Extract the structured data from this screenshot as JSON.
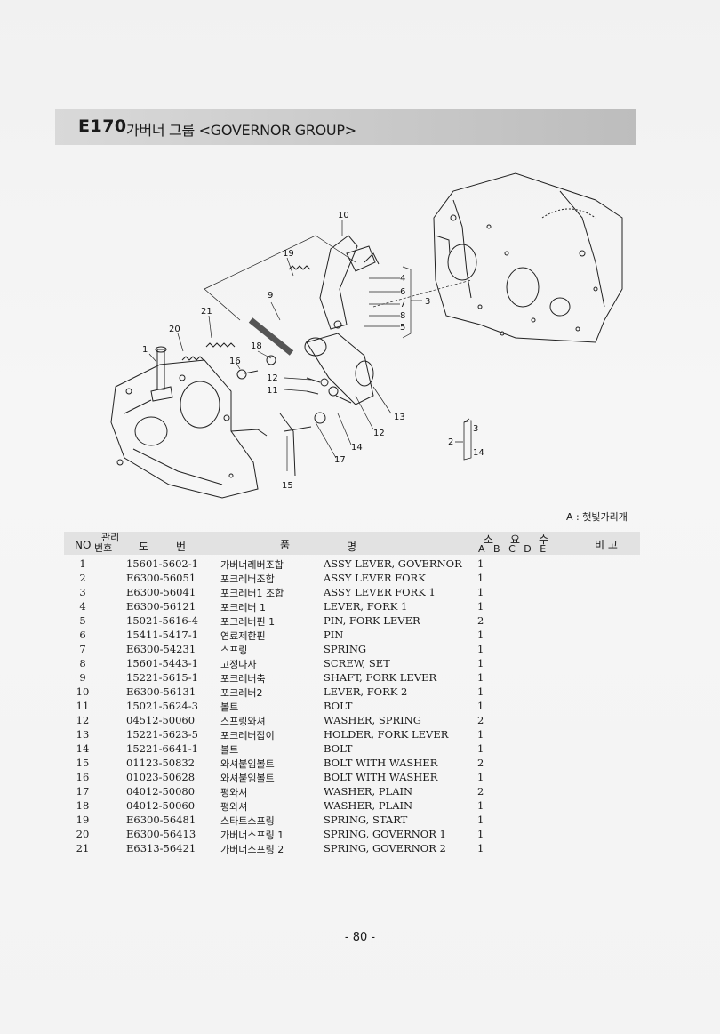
{
  "title": {
    "code": "E170",
    "text": "가버너 그룹 <GOVERNOR GROUP>"
  },
  "diagram": {
    "callouts": [
      "10",
      "19",
      "9",
      "21",
      "20",
      "1",
      "18",
      "16",
      "12",
      "11",
      "4",
      "6",
      "7",
      "8",
      "5",
      "3",
      "13",
      "12",
      "14",
      "17",
      "15",
      "2",
      "3",
      "14"
    ]
  },
  "legend": "A : 햇빛가리개",
  "table": {
    "headers": {
      "no": "NO",
      "mgmt_top": "관리",
      "mgmt_bottom": "번호",
      "drawing1": "도",
      "drawing2": "번",
      "name1": "품",
      "name2": "명",
      "qty1": "소",
      "qty2": "요",
      "qty3": "수",
      "qty_sub": "A B C D E",
      "remarks": "비 고"
    },
    "rows": [
      {
        "no": "1",
        "pn": "15601-5602-1",
        "kr": "가버너레버조합",
        "en": "ASSY LEVER, GOVERNOR",
        "qty": "1"
      },
      {
        "no": "2",
        "pn": "E6300-56051",
        "kr": "포크레버조합",
        "en": "ASSY LEVER FORK",
        "qty": "1"
      },
      {
        "no": "3",
        "pn": "E6300-56041",
        "kr": "포크레버1 조합",
        "en": "ASSY LEVER FORK 1",
        "qty": "1"
      },
      {
        "no": "4",
        "pn": "E6300-56121",
        "kr": "포크레버 1",
        "en": "LEVER, FORK 1",
        "qty": "1"
      },
      {
        "no": "5",
        "pn": "15021-5616-4",
        "kr": "포크레버핀 1",
        "en": "PIN, FORK LEVER",
        "qty": "2"
      },
      {
        "no": "6",
        "pn": "15411-5417-1",
        "kr": "연료제한핀",
        "en": "PIN",
        "qty": "1"
      },
      {
        "no": "7",
        "pn": "E6300-54231",
        "kr": "스프링",
        "en": "SPRING",
        "qty": "1"
      },
      {
        "no": "8",
        "pn": "15601-5443-1",
        "kr": "고정나사",
        "en": "SCREW, SET",
        "qty": "1"
      },
      {
        "no": "9",
        "pn": "15221-5615-1",
        "kr": "포크레버축",
        "en": "SHAFT, FORK LEVER",
        "qty": "1"
      },
      {
        "no": "10",
        "pn": "E6300-56131",
        "kr": "포크레버2",
        "en": "LEVER, FORK 2",
        "qty": "1"
      },
      {
        "no": "11",
        "pn": "15021-5624-3",
        "kr": "볼트",
        "en": "BOLT",
        "qty": "1"
      },
      {
        "no": "12",
        "pn": "04512-50060",
        "kr": "스프링와셔",
        "en": "WASHER, SPRING",
        "qty": "2"
      },
      {
        "no": "13",
        "pn": "15221-5623-5",
        "kr": "포크레버잡이",
        "en": "HOLDER, FORK LEVER",
        "qty": "1"
      },
      {
        "no": "14",
        "pn": "15221-6641-1",
        "kr": "볼트",
        "en": "BOLT",
        "qty": "1"
      },
      {
        "no": "15",
        "pn": "01123-50832",
        "kr": "와셔붙임볼트",
        "en": "BOLT WITH WASHER",
        "qty": "2"
      },
      {
        "no": "16",
        "pn": "01023-50628",
        "kr": "와셔붙임볼트",
        "en": "BOLT WITH WASHER",
        "qty": "1"
      },
      {
        "no": "17",
        "pn": "04012-50080",
        "kr": "평와셔",
        "en": "WASHER, PLAIN",
        "qty": "2"
      },
      {
        "no": "18",
        "pn": "04012-50060",
        "kr": "평와셔",
        "en": "WASHER, PLAIN",
        "qty": "1"
      },
      {
        "no": "19",
        "pn": "E6300-56481",
        "kr": "스타트스프링",
        "en": "SPRING, START",
        "qty": "1"
      },
      {
        "no": "20",
        "pn": "E6300-56413",
        "kr": "가버너스프링 1",
        "en": "SPRING, GOVERNOR 1",
        "qty": "1"
      },
      {
        "no": "21",
        "pn": "E6313-56421",
        "kr": "가버너스프링 2",
        "en": "SPRING, GOVERNOR 2",
        "qty": "1"
      }
    ]
  },
  "page_number": "- 80 -"
}
